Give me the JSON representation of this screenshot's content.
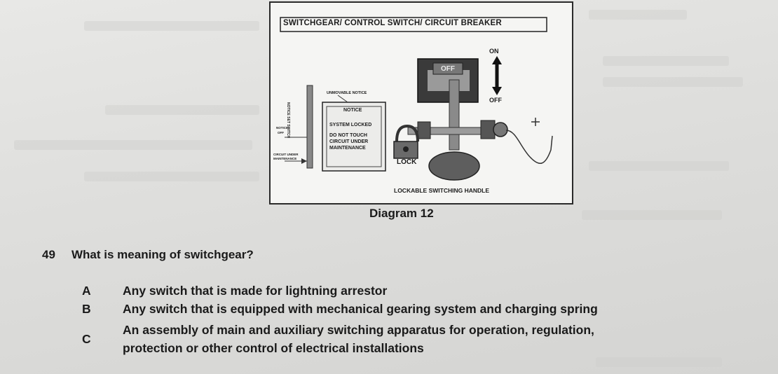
{
  "diagram": {
    "title": "SWITCHGEAR/ CONTROL SWITCH/ CIRCUIT BREAKER",
    "on_label": "ON",
    "off_label": "OFF",
    "off_flag": "OFF",
    "lock_label": "LOCK",
    "handle_label": "LOCKABLE SWITCHING HANDLE",
    "tag_header": "UNMOVABLE NOTICE",
    "notice_title": "NOTICE",
    "notice_line1": "SYSTEM LOCKED",
    "notice_line2": "DO NOT TOUCH",
    "notice_line3": "CIRCUIT UNDER",
    "notice_line4": "MAINTENANCE",
    "side_label1": "NOTICE",
    "side_label2": "OFF",
    "side_label3": "CIRCUIT UNDER",
    "side_label4": "MAINTENANCE",
    "vertical_label": "NOTICE SET SWITCH"
  },
  "caption": "Diagram 12",
  "question": {
    "number": "49",
    "text": "What is meaning of switchgear?"
  },
  "options": [
    {
      "letter": "A",
      "text": "Any switch that is made for lightning arrestor"
    },
    {
      "letter": "B",
      "text": "Any switch that is equipped with mechanical gearing system and charging spring"
    },
    {
      "letter": "C",
      "line1": "An assembly of main and auxiliary switching apparatus for operation, regulation,",
      "line2": "protection or other control of electrical installations"
    }
  ]
}
